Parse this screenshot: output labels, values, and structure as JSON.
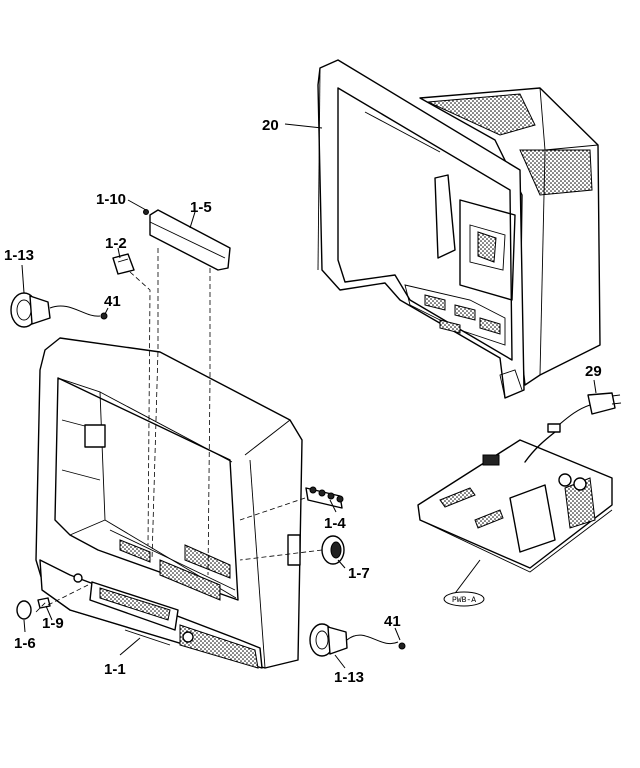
{
  "callouts": {
    "c20": "20",
    "c1_10": "1-10",
    "c1_5": "1-5",
    "c1_2": "1-2",
    "c1_13_top": "1-13",
    "c41_top": "41",
    "c29": "29",
    "c1_4": "1-4",
    "c1_7": "1-7",
    "c1_6": "1-6",
    "c1_9": "1-9",
    "c1_1": "1-1",
    "c41_bottom": "41",
    "c1_13_bottom": "1-13"
  },
  "board_tag": "PWB-A"
}
